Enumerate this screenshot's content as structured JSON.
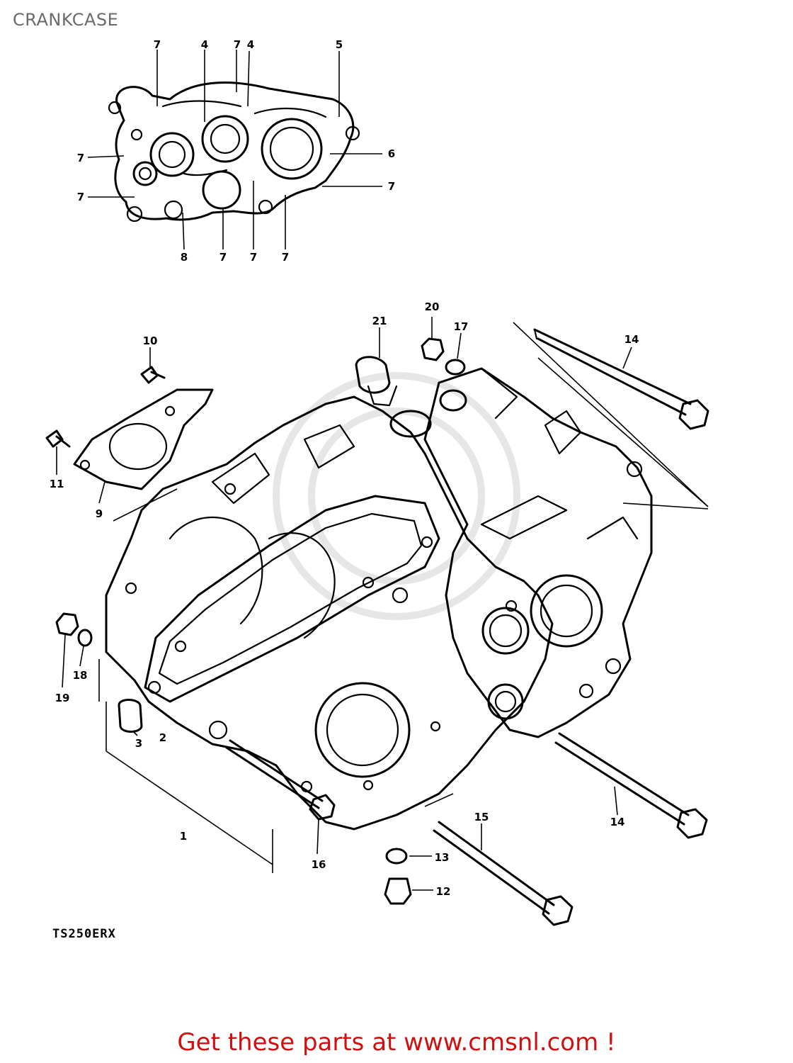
{
  "header": {
    "title": "CRANKCASE"
  },
  "diagram": {
    "model_code": "TS250ERX",
    "callouts": [
      "1",
      "2",
      "3",
      "4",
      "5",
      "6",
      "7",
      "8",
      "9",
      "10",
      "11",
      "12",
      "13",
      "14",
      "15",
      "16",
      "17",
      "18",
      "19",
      "20",
      "21"
    ]
  },
  "footer": {
    "link_text": "Get these parts at www.cmsnl.com !",
    "link_color": "#d01010"
  }
}
